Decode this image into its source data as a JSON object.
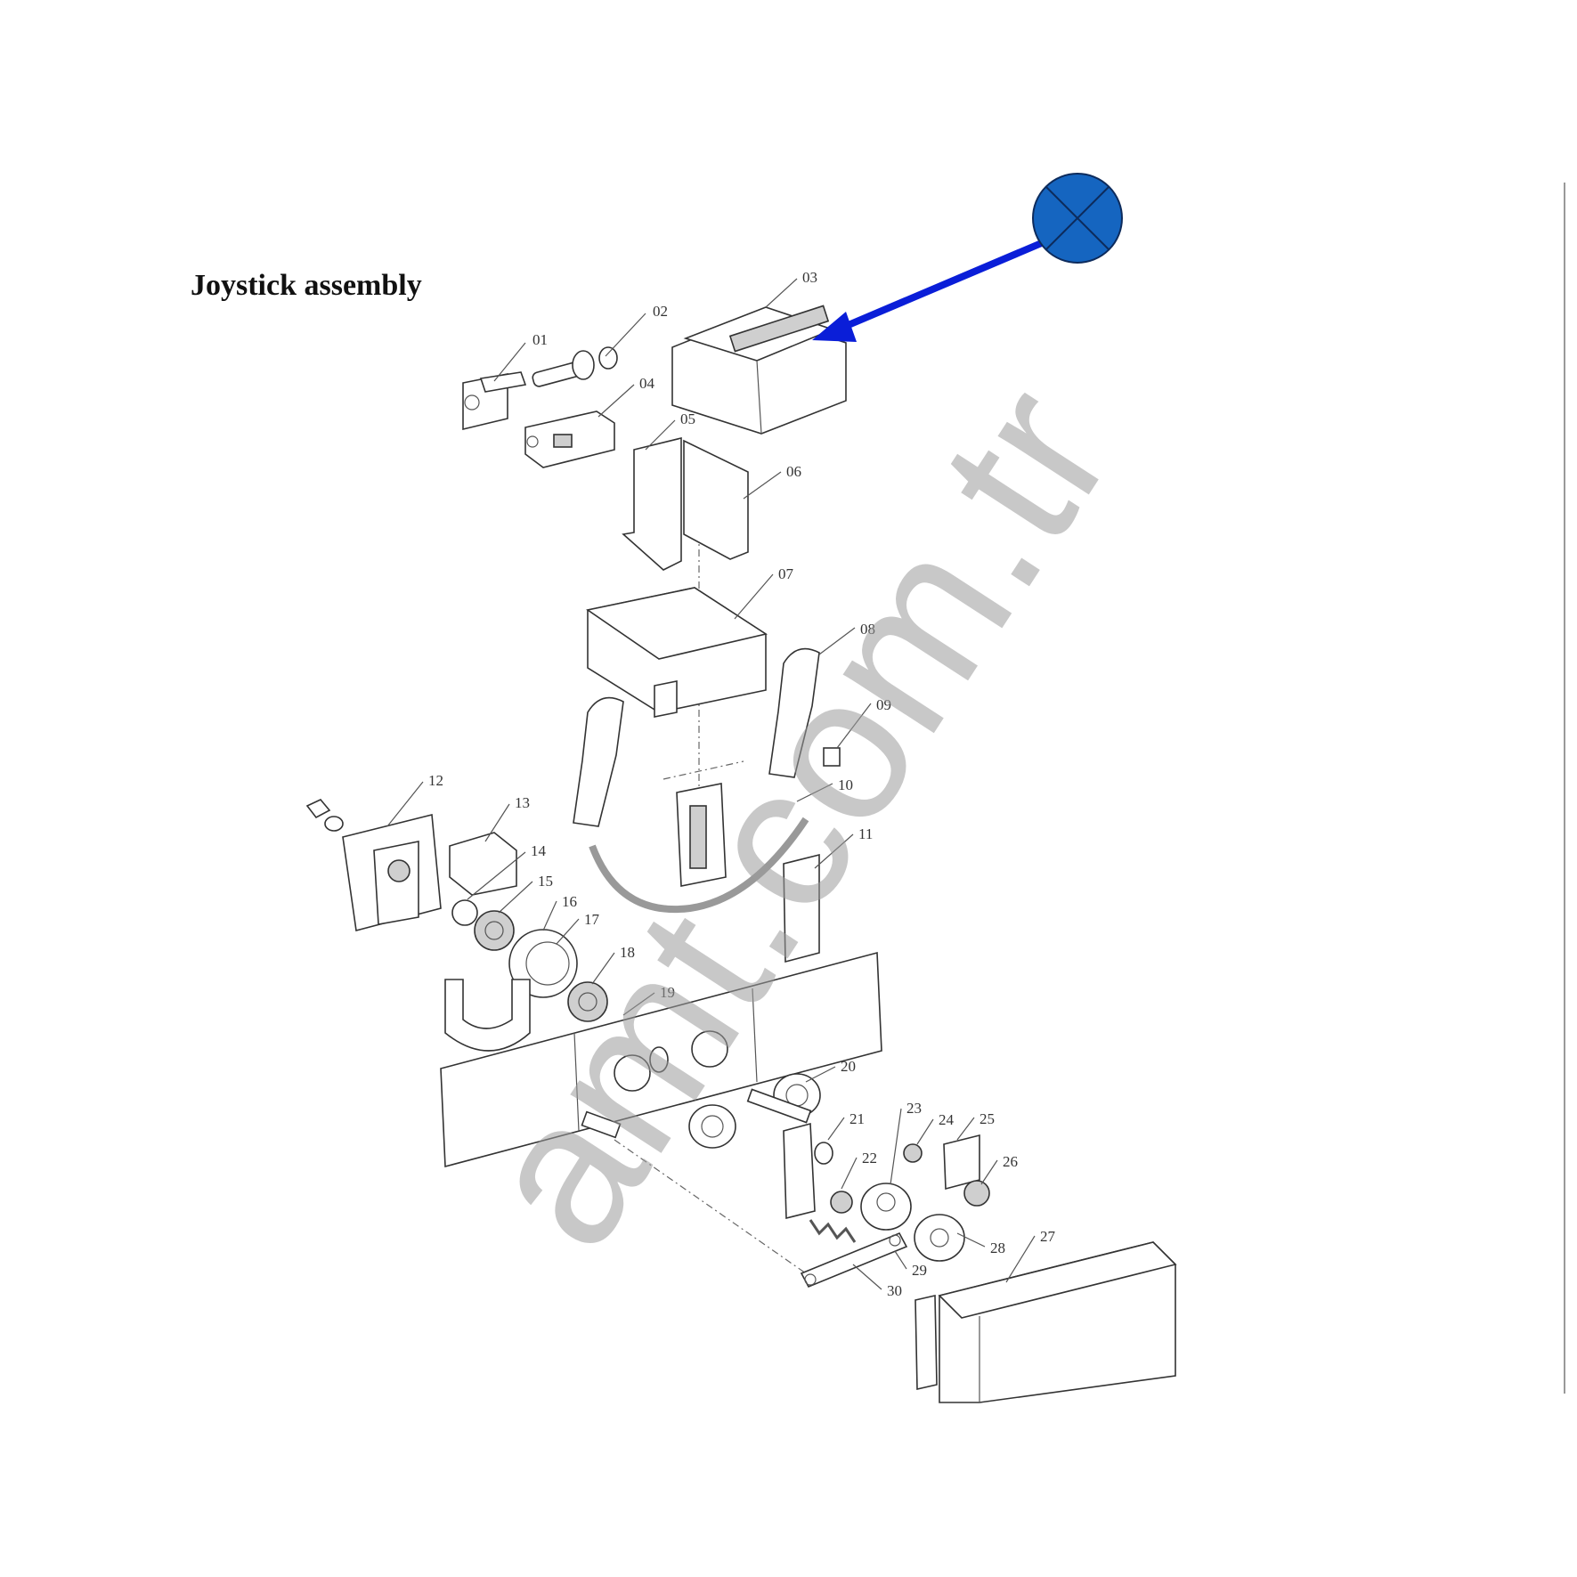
{
  "title": "Joystick assembly",
  "watermark": "amt.com.tr",
  "marker": {
    "icon": "target-marker-icon",
    "fill": "#1565c0",
    "arrow_color": "#0a1ed8"
  },
  "callouts": [
    "01",
    "02",
    "03",
    "04",
    "05",
    "06",
    "07",
    "08",
    "09",
    "10",
    "11",
    "12",
    "13",
    "14",
    "15",
    "16",
    "17",
    "18",
    "19",
    "20",
    "21",
    "22",
    "23",
    "24",
    "25",
    "26",
    "27",
    "28",
    "29",
    "30"
  ]
}
